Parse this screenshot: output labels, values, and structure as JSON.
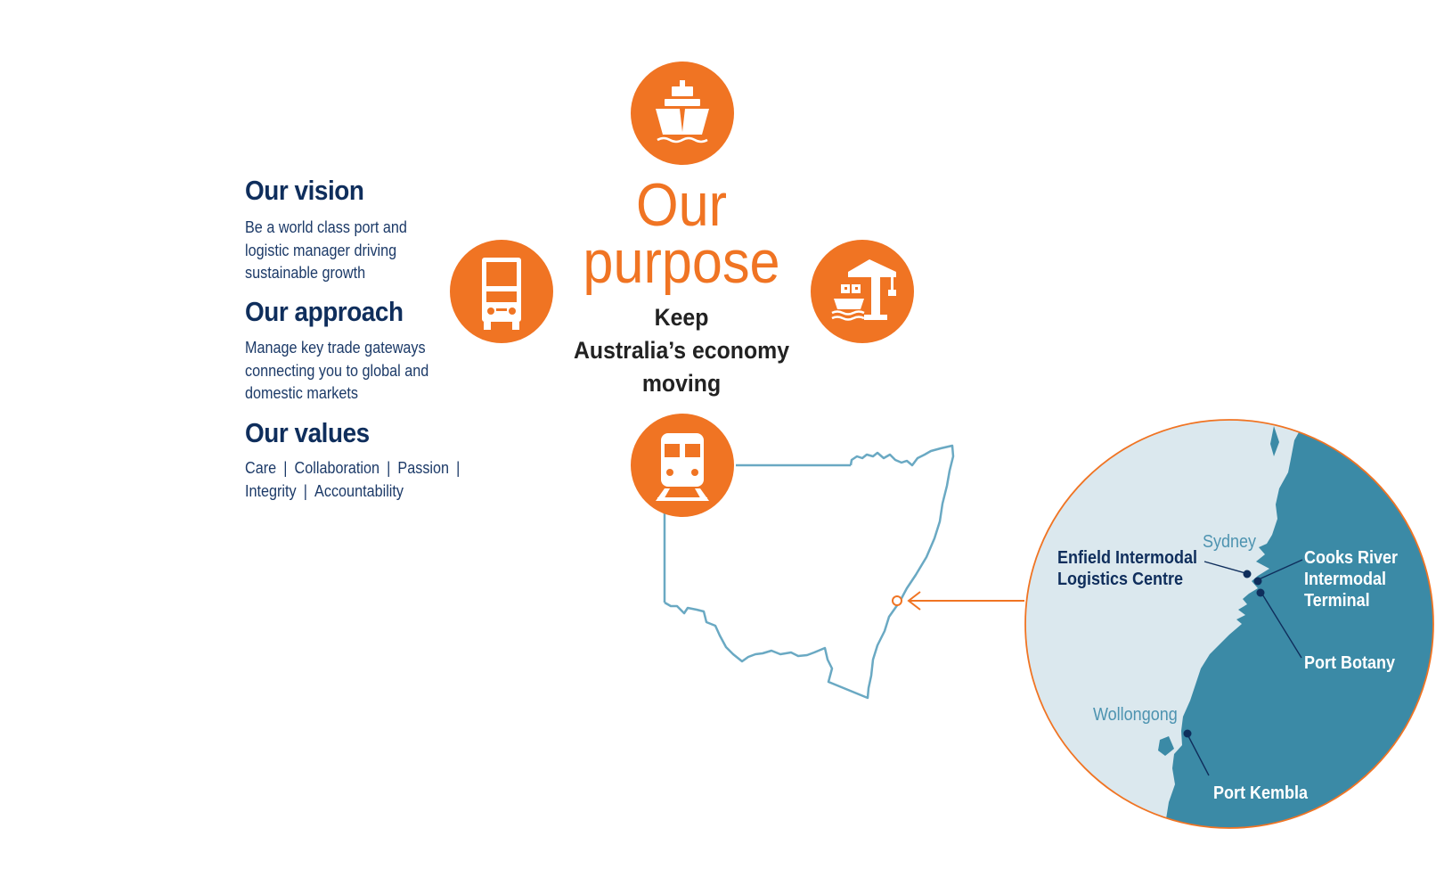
{
  "vision": {
    "heading": "Our vision",
    "lines": [
      "Be a world class port and",
      "logistic manager driving",
      "sustainable growth"
    ]
  },
  "approach": {
    "heading": "Our approach",
    "lines": [
      "Manage key trade gateways",
      "connecting you to global and",
      "domestic markets"
    ]
  },
  "values": {
    "heading": "Our values",
    "items": [
      "Care",
      "Collaboration",
      "Passion",
      "Integrity",
      "Accountability"
    ],
    "separator": "|"
  },
  "purpose": {
    "title_line1": "Our",
    "title_line2": "purpose",
    "mission_lines": [
      "Keep",
      "Australia’s economy",
      "moving"
    ]
  },
  "icons": {
    "top": "ship-icon",
    "left": "truck-icon",
    "right": "crane-icon",
    "bottom": "train-icon"
  },
  "map": {
    "cities": {
      "sydney": "Sydney",
      "wollongong": "Wollongong"
    },
    "locations": {
      "enfield": [
        "Enfield Intermodal",
        "Logistics Centre"
      ],
      "cooks_river": [
        "Cooks River",
        "Intermodal",
        "Terminal"
      ],
      "port_botany": "Port Botany",
      "port_kembla": "Port Kembla"
    }
  },
  "colors": {
    "orange": "#f07423",
    "navy": "#0f2e5c",
    "sea": "#3b8aa6",
    "land": "#dbe8ee",
    "outline": "#6aa9c3"
  }
}
